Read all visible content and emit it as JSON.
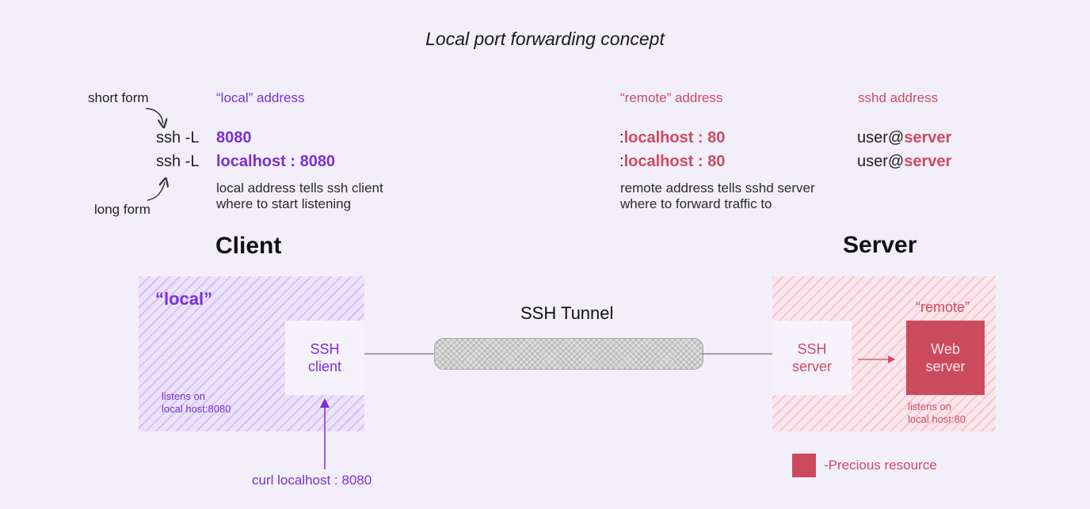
{
  "title": "Local port forwarding concept",
  "labels": {
    "short_form": "short form",
    "long_form": "long form",
    "local_address": "“local” address",
    "remote_address": "“remote” address",
    "sshd_address": "sshd address"
  },
  "commands": {
    "short": {
      "prefix": "ssh  -L",
      "local": "8080",
      "colon": ":",
      "remote": "localhost : 80",
      "user": "user@",
      "server": "server"
    },
    "long": {
      "prefix": "ssh  -L",
      "local": "localhost : 8080",
      "colon": ":",
      "remote": "localhost : 80",
      "user": "user@",
      "server": "server"
    }
  },
  "notes": {
    "local_line1": "local address tells ssh client",
    "local_line2": "where to start listening",
    "remote_line1": "remote address tells sshd server",
    "remote_line2": "where to forward traffic to"
  },
  "client": {
    "heading": "Client",
    "zone_label": "“local”",
    "box_line1": "SSH",
    "box_line2": "client",
    "listen_line1": "listens on",
    "listen_line2": "local host:8080",
    "curl": "curl localhost : 8080"
  },
  "tunnel": {
    "label": "SSH Tunnel"
  },
  "server": {
    "heading": "Server",
    "zone_label": "“remote”",
    "ssh_line1": "SSH",
    "ssh_line2": "server",
    "web_line1": "Web",
    "web_line2": "server",
    "listen_line1": "listens on",
    "listen_line2": "local host:80"
  },
  "legend": {
    "label": "-Precious resource"
  },
  "colors": {
    "purple": "#7b2fd6",
    "pink": "#cf4b60",
    "background": "#f3effa",
    "web_server": "#cc4a5e"
  }
}
